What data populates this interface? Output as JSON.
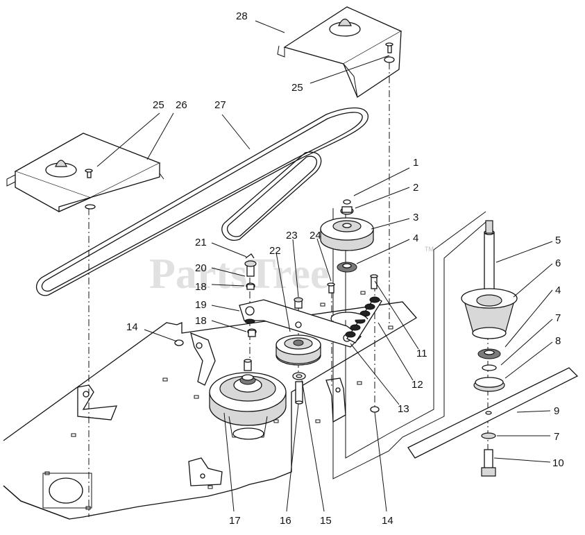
{
  "watermark": {
    "text": "PartsTree",
    "trademark": "TM"
  },
  "callouts": [
    {
      "id": "c1",
      "text": "1"
    },
    {
      "id": "c2",
      "text": "2"
    },
    {
      "id": "c3",
      "text": "3"
    },
    {
      "id": "c4a",
      "text": "4"
    },
    {
      "id": "c5",
      "text": "5"
    },
    {
      "id": "c6",
      "text": "6"
    },
    {
      "id": "c4b",
      "text": "4"
    },
    {
      "id": "c7a",
      "text": "7"
    },
    {
      "id": "c8",
      "text": "8"
    },
    {
      "id": "c9",
      "text": "9"
    },
    {
      "id": "c7b",
      "text": "7"
    },
    {
      "id": "c10",
      "text": "10"
    },
    {
      "id": "c11",
      "text": "11"
    },
    {
      "id": "c12",
      "text": "12"
    },
    {
      "id": "c13",
      "text": "13"
    },
    {
      "id": "c14a",
      "text": "14"
    },
    {
      "id": "c14b",
      "text": "14"
    },
    {
      "id": "c15",
      "text": "15"
    },
    {
      "id": "c16",
      "text": "16"
    },
    {
      "id": "c17",
      "text": "17"
    },
    {
      "id": "c18a",
      "text": "18"
    },
    {
      "id": "c18b",
      "text": "18"
    },
    {
      "id": "c19",
      "text": "19"
    },
    {
      "id": "c20",
      "text": "20"
    },
    {
      "id": "c21",
      "text": "21"
    },
    {
      "id": "c22",
      "text": "22"
    },
    {
      "id": "c23",
      "text": "23"
    },
    {
      "id": "c24",
      "text": "24"
    },
    {
      "id": "c25a",
      "text": "25"
    },
    {
      "id": "c25b",
      "text": "25"
    },
    {
      "id": "c26",
      "text": "26"
    },
    {
      "id": "c27",
      "text": "27"
    },
    {
      "id": "c28",
      "text": "28"
    }
  ]
}
